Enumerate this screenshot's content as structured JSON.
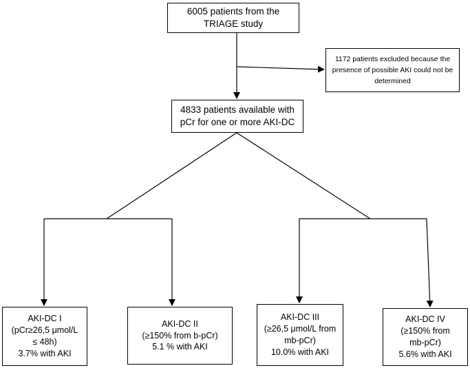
{
  "boxes": {
    "start": {
      "line1": "6005 patients from the",
      "line2": "TRIAGE study"
    },
    "excluded": {
      "line1": "1172 patients excluded because the",
      "line2": "presence of possible AKI could not be",
      "line3": "determined"
    },
    "available": {
      "line1": "4833 patients available with",
      "line2": "pCr for one or more AKI-DC"
    },
    "akidc1": {
      "line1": "AKI-DC I",
      "line2": "(pCr≥26,5 μmol/L",
      "line3": "≤ 48h)",
      "line4": "3.7% with AKI"
    },
    "akidc2": {
      "line1": "AKI-DC II",
      "line2": "(≥150% from b-pCr)",
      "line3": "5.1 % with AKI"
    },
    "akidc3": {
      "line1": "AKI-DC III",
      "line2": "(≥26,5 μmol/L from",
      "line3": "mb-pCr)",
      "line4": "10.0% with AKI"
    },
    "akidc4": {
      "line1": "AKI-DC IV",
      "line2": "(≥150% from",
      "line3": "mb-pCr)",
      "line4": "5.6% with AKI"
    }
  }
}
